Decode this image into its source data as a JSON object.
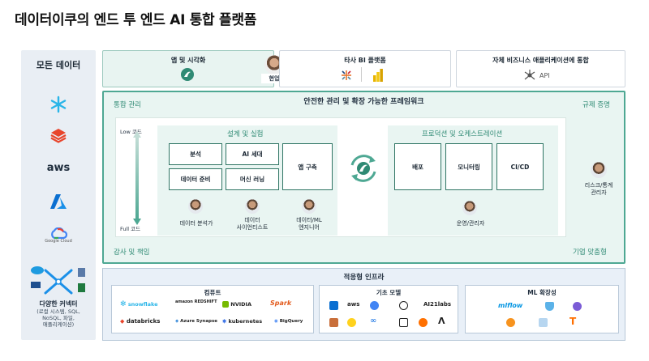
{
  "title": "데이터이쿠의 엔드 투 엔드 AI 통합 플랫폼",
  "left": {
    "header": "모든 데이터",
    "logos": [
      {
        "name": "snowflake",
        "text": "",
        "color": "#29b5e8"
      },
      {
        "name": "databricks",
        "text": "",
        "color": "#e8452c"
      },
      {
        "name": "aws",
        "text": "aws",
        "color": "#222"
      },
      {
        "name": "azure",
        "text": "",
        "color": "#0a6fd1"
      },
      {
        "name": "google-cloud",
        "text": "Google Cloud",
        "color": "#555"
      }
    ],
    "connectors_title": "다양한 커넥터",
    "connectors_sub": [
      "(로컬 시스템, SQL,",
      "NoSQL, 파일,",
      "애플리케이션)"
    ]
  },
  "top": {
    "apps": {
      "label": "앱 및 시각화"
    },
    "field_badge": "현업",
    "bi": {
      "label": "타사 BI 플랫폼"
    },
    "own": {
      "label": "자체 비즈니스 애플리케이션에 통합",
      "api": "API"
    }
  },
  "main": {
    "title": "안전한 관리 및 확장 가능한 프레임워크",
    "corners": {
      "tl": "통합 관리",
      "tr": "규제 증명",
      "bl": "감사 및 책임",
      "br": "기업 맞춤형"
    },
    "axis": {
      "top": "Low 코드",
      "bottom": "Full 코드"
    },
    "design": {
      "title": "설계 및 실험",
      "cells": [
        "분석",
        "AI 세대",
        "데이터 준비",
        "머신 러닝",
        "앱 구축"
      ]
    },
    "prod": {
      "title": "프로덕션 및 오케스트레이션",
      "cells": [
        "배포",
        "모니터링",
        "CI/CD"
      ]
    },
    "people": {
      "analyst": "데이터 분석가",
      "scientist": [
        "데이터",
        "사이언티스트"
      ],
      "engineer": [
        "데이터/ML",
        "엔지니어"
      ],
      "ops": "운영/관리자",
      "risk": [
        "리스크/통계",
        "관리자"
      ]
    }
  },
  "infra": {
    "title": "적응형 인프라",
    "compute": {
      "title": "컴퓨트",
      "logos": [
        "snowflake",
        "amazon REDSHIFT",
        "NVIDIA",
        "Spark",
        "databricks",
        "Azure Synapse",
        "kubernetes",
        "BigQuery"
      ]
    },
    "foundation": {
      "title": "기초 모델",
      "logos": [
        "aws",
        "AI21labs"
      ]
    },
    "ml": {
      "title": "ML 확장성",
      "logos": [
        "mlflow"
      ]
    }
  },
  "colors": {
    "accent": "#4ea893",
    "teal_text": "#2f8a74",
    "border": "#2f7564"
  }
}
